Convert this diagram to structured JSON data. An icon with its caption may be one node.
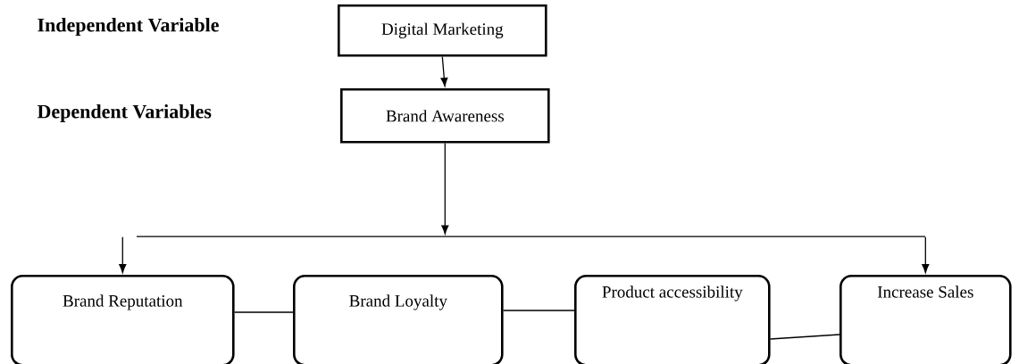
{
  "diagram": {
    "nodes": [
      {
        "text": [
          "Digital Marketing"
        ]
      },
      {
        "text": [
          "Brand Awareness"
        ]
      },
      {
        "text": [],
        "shape": "bar"
      },
      {
        "text": [
          "Brand Reputation"
        ]
      },
      {
        "text": [
          "Brand Loyalty"
        ]
      },
      {
        "text": [
          "Product accessibility"
        ]
      },
      {
        "text": [
          "Increase Sales"
        ]
      }
    ],
    "edges": [
      {
        "from": 0,
        "to": 1,
        "arrow": "to"
      },
      {
        "from": 1,
        "to": 2,
        "arrow": "to"
      },
      {
        "from": 2,
        "to": 3,
        "arrow": "to"
      },
      {
        "from": 2,
        "to": 6,
        "arrow": "to"
      },
      {
        "from": 3,
        "to": 4,
        "arrow": "none"
      },
      {
        "from": 4,
        "to": 5,
        "arrow": "none"
      },
      {
        "from": 5,
        "to": 6,
        "arrow": "none"
      }
    ],
    "labels": [
      "Independent Variable",
      "Dependent Variables"
    ]
  }
}
